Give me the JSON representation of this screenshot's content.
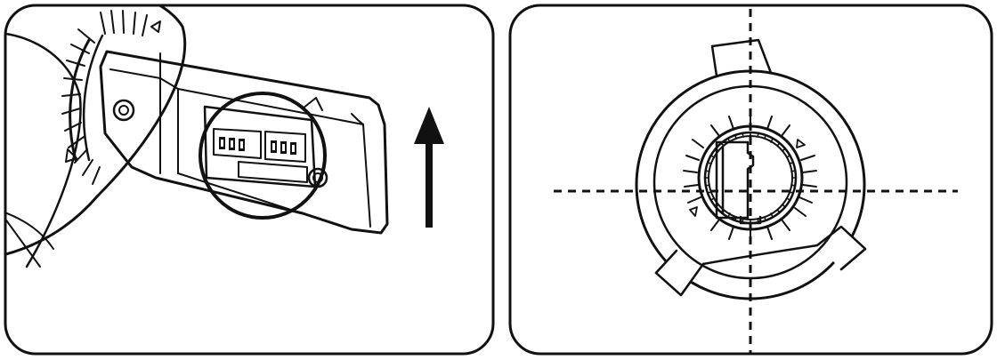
{
  "figure": {
    "panels": [
      {
        "id": "left",
        "subject": "led-bulb-side-view",
        "marker": "up-arrow",
        "highlight": "circle"
      },
      {
        "id": "right",
        "subject": "bulb-base-front-view",
        "guides": "dashed-crosshair"
      }
    ],
    "colors": {
      "line": "#111111",
      "background": "#ffffff"
    }
  }
}
